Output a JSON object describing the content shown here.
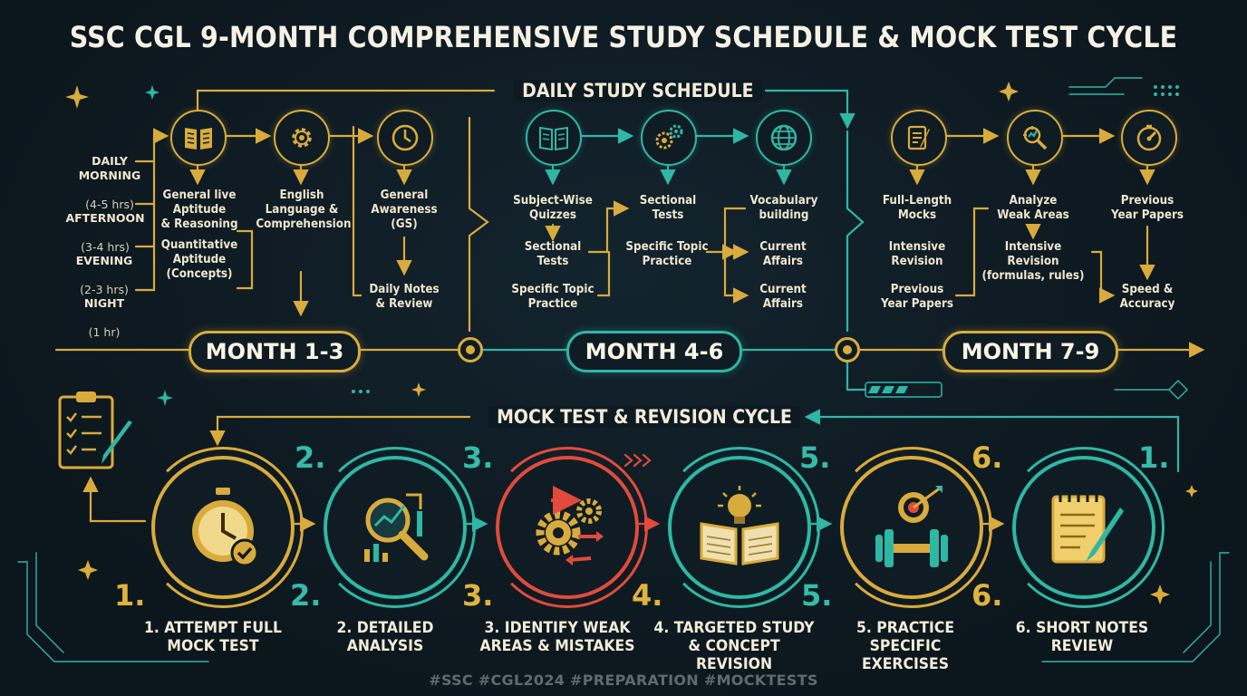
{
  "title": "SSC CGL 9-MONTH COMPREHENSIVE STUDY SCHEDULE & MOCK TEST CYCLE",
  "daily_schedule": {
    "heading": "DAILY STUDY SCHEDULE",
    "slots": [
      {
        "name": "DAILY\nMORNING",
        "hours": "(4-5 hrs)"
      },
      {
        "name": "AFTERNOON",
        "hours": "(3-4 hrs)"
      },
      {
        "name": "EVENING",
        "hours": "(2-3 hrs)"
      },
      {
        "name": "NIGHT",
        "hours": "(1 hr)"
      }
    ],
    "phase1": {
      "icons": [
        "book-icon",
        "gear-icon",
        "clock-icon"
      ],
      "items": [
        "General live\nAptitude\n& Reasoning",
        "Quantitative\nAptitude\n(Concepts)",
        "English\nLanguage &\nComprehension",
        "General\nAwareness\n(GS)",
        "Daily Notes\n& Review"
      ]
    },
    "phase2": {
      "icons": [
        "book-icon",
        "gears-icon",
        "globe-icon"
      ],
      "items": [
        "Subject-Wise\nQuizzes",
        "Sectional\nTests",
        "Specific Topic\nPractice",
        "Sectional\nTests",
        "Specific Topic\nPractice",
        "Vocabulary\nbuilding",
        "Current\nAffairs",
        "Current\nAffairs"
      ]
    },
    "phase3": {
      "icons": [
        "checklist-pen-icon",
        "analyze-icon",
        "speedometer-icon"
      ],
      "items": [
        "Full-Length\nMocks",
        "Intensive\nRevision",
        "Previous\nYear Papers",
        "Analyze\nWeak Areas",
        "Intensive Revision\n(formulas, rules)",
        "Previous\nYear Papers",
        "Speed &\nAccuracy"
      ]
    }
  },
  "timeline": {
    "months": [
      "MONTH 1-3",
      "MONTH 4-6",
      "MONTH 7-9"
    ]
  },
  "cycle": {
    "heading": "MOCK TEST & REVISION CYCLE",
    "steps": [
      {
        "num": "1.",
        "top_num": "",
        "label": "1. ATTEMPT FULL\nMOCK TEST",
        "icon": "stopwatch-check-icon",
        "color": "#d9ab3c"
      },
      {
        "num": "2.",
        "top_num": "2.",
        "label": "2. DETAILED\nANALYSIS",
        "icon": "magnifier-chart-icon",
        "color": "#2fb7a5"
      },
      {
        "num": "3.",
        "top_num": "3.",
        "label": "3. IDENTIFY WEAK\nAREAS & MISTAKES",
        "icon": "gears-arrows-icon",
        "color": "#e24a3b"
      },
      {
        "num": "4.",
        "top_num": "",
        "label": "4. TARGETED STUDY\n& CONCEPT REVISION",
        "icon": "book-bulb-icon",
        "color": "#2fb7a5"
      },
      {
        "num": "5.",
        "top_num": "5.",
        "label": "5. PRACTICE\nSPECIFIC EXERCISES",
        "icon": "dumbbell-target-icon",
        "color": "#d9ab3c"
      },
      {
        "num": "6.",
        "top_num": "6.",
        "label": "6. SHORT NOTES\nREVIEW",
        "icon": "notepad-pen-icon",
        "color": "#2fb7a5"
      }
    ],
    "return_num": "1."
  },
  "footer": "#SSC #CGL2024 #PREPARATION #MOCKTESTS",
  "colors": {
    "gold": "#d9ab3c",
    "teal": "#2fb7a5",
    "red": "#e24a3b",
    "background": "#0e1a22"
  }
}
